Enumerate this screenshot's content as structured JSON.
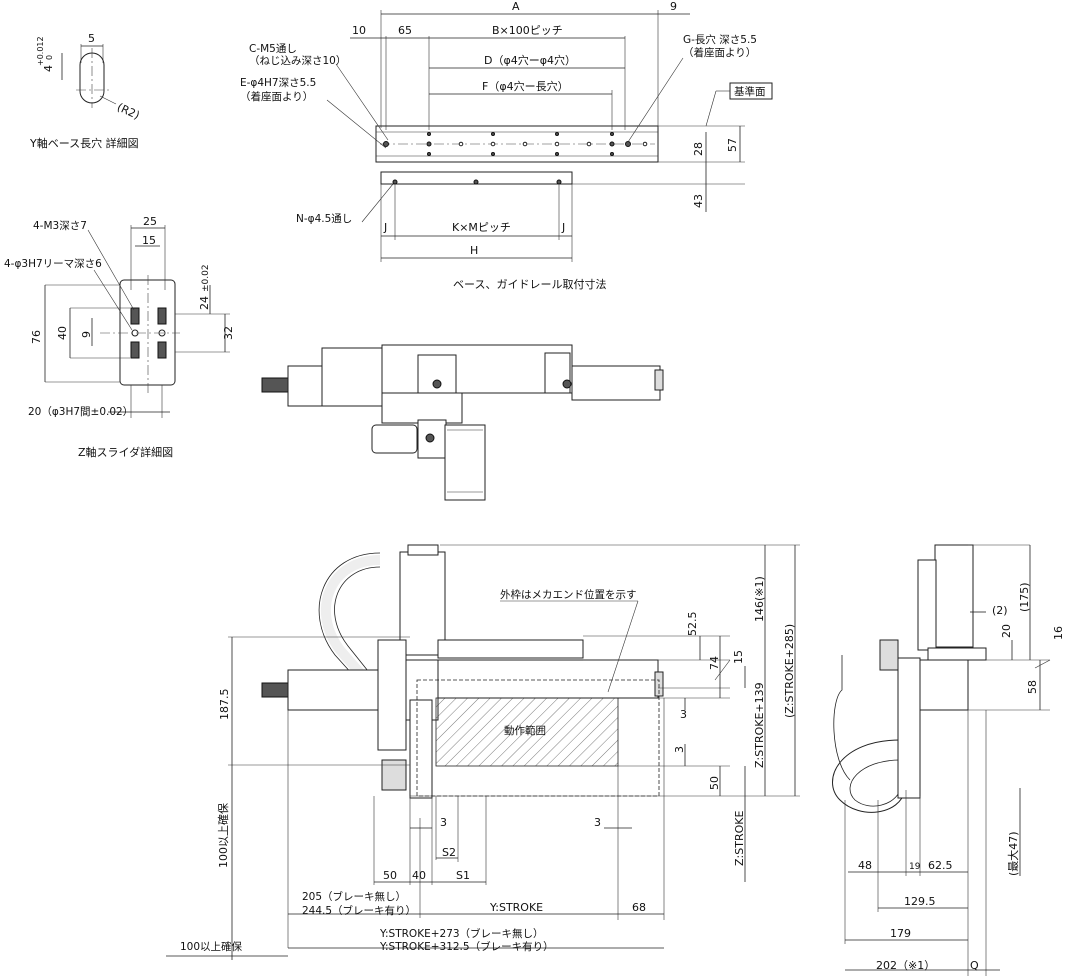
{
  "detail_y": {
    "caption": "Y軸ベース長穴 詳細図",
    "dim_width": "5",
    "dim_height": "4",
    "tol_upper": "+0.012",
    "tol_lower": "0",
    "radius": "(R2)"
  },
  "detail_z": {
    "caption": "Z軸スライダ詳細図",
    "d25": "25",
    "d15": "15",
    "tap": "4-M3深さ7",
    "ream": "4-φ3H7リーマ深さ6",
    "d76": "76",
    "d40": "40",
    "d9": "9",
    "d24": "24",
    "d24_tol": "±0.02",
    "d32": "32",
    "bottom": "20（φ3H7間±0.02）"
  },
  "base_view": {
    "caption": "ベース、ガイドレール取付寸法",
    "A": "A",
    "d9": "9",
    "d10": "10",
    "d65": "65",
    "B": "B×100ピッチ",
    "D": "D（φ4穴ーφ4穴）",
    "F": "F（φ4穴ー長穴）",
    "C1": "C-M5通し",
    "C2": "（ねじ込み深さ10）",
    "E1": "E-φ4H7深さ5.5",
    "E2": "（着座面より）",
    "G1": "G-長穴 深さ5.5",
    "G2": "（着座面より）",
    "ref": "基準面",
    "d28": "28",
    "d57": "57",
    "d43": "43",
    "N": "N-φ4.5通し",
    "J": "J",
    "K": "K×Mピッチ",
    "H": "H"
  },
  "front_view": {
    "note": "外枠はメカエンド位置を示す",
    "range": "動作範囲",
    "d146": "146(※1)",
    "d285": "(Z:STROKE+285)",
    "d525": "52.5",
    "d74": "74",
    "d15": "15",
    "d139": "Z:STROKE+139",
    "d1875": "187.5",
    "d3a": "3",
    "d3b": "3",
    "d50r": "50",
    "zstroke": "Z:STROKE",
    "secure_v": "100以上確保",
    "d3c": "3",
    "d3d": "3",
    "S2": "S2",
    "d50": "50",
    "d40": "40",
    "S1": "S1",
    "b205": "205（ブレーキ無し）",
    "b2445": "244.5（ブレーキ有り）",
    "ystroke": "Y:STROKE",
    "d68": "68",
    "ys1": "Y:STROKE+273（ブレーキ無し）",
    "ys2": "Y:STROKE+312.5（ブレーキ有り）",
    "secure_h": "100以上確保"
  },
  "side_view": {
    "d2": "(2)",
    "d20": "20",
    "d175": "(175)",
    "d16": "16",
    "d58": "58",
    "d48": "48",
    "d19": "19",
    "d625": "62.5",
    "d1295": "129.5",
    "d179": "179",
    "d202": "202（※1）",
    "Q": "Q",
    "dmax": "(最大47)"
  }
}
